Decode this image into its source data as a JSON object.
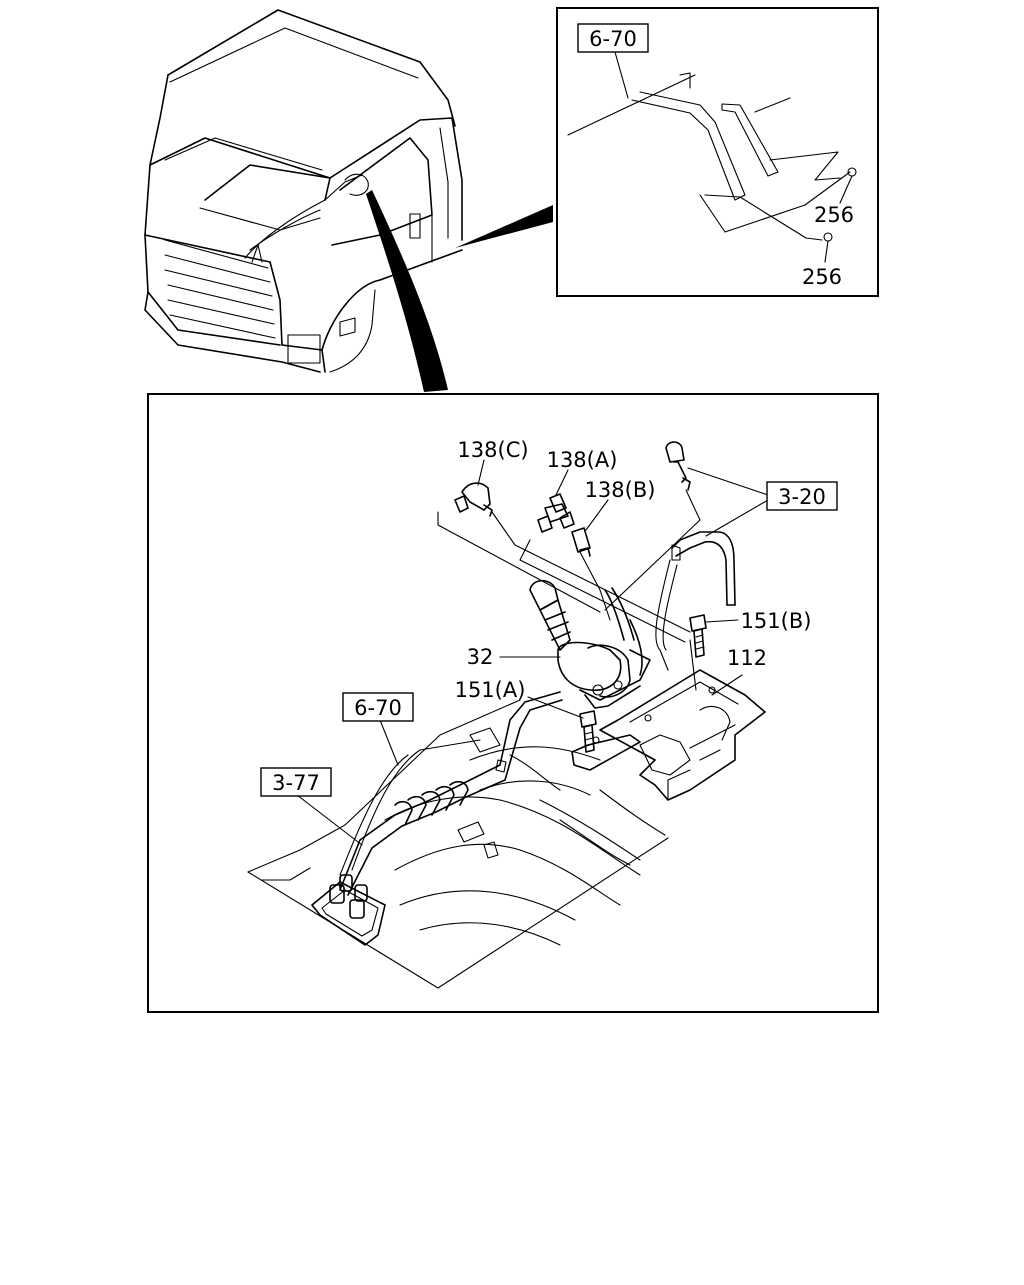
{
  "labels": {
    "inset_ref": "6-70",
    "inset_clip_upper": "256",
    "inset_clip_lower": "256",
    "hose_elbow_c": "138(C)",
    "hose_fitting_a": "138(A)",
    "hose_fitting_b": "138(B)",
    "pipe_ref": "3-20",
    "bolt_b": "151(B)",
    "reservoir": "32",
    "bracket": "112",
    "bolt_a": "151(A)",
    "harness_ref": "6-70",
    "floor_ref": "3-77"
  }
}
